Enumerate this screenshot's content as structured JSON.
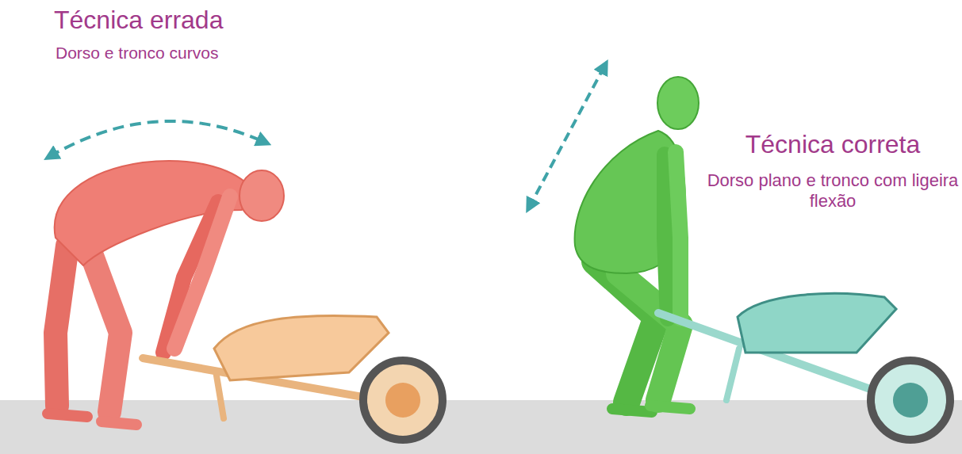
{
  "diagram": {
    "labels": [
      "Técnica errada",
      "Dorso e tronco curvos",
      "Técnica correta",
      "Dorso plano e tronco com ligeira flexão"
    ]
  }
}
